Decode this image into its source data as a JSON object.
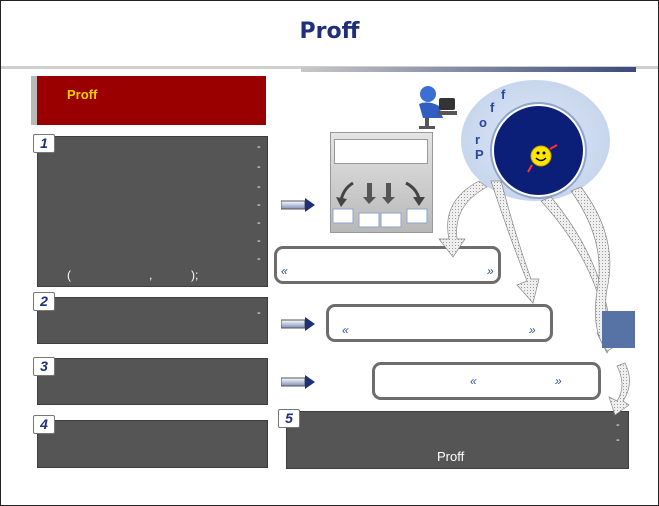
{
  "title": "Proff",
  "header_label": "Proff",
  "steps": [
    {
      "num": "1",
      "dashes": [
        "-",
        "-",
        "-",
        "-",
        "-",
        "-",
        "-"
      ],
      "paren_line": [
        "(",
        ",",
        ");"
      ]
    },
    {
      "num": "2",
      "dashes": [
        "-"
      ]
    },
    {
      "num": "3"
    },
    {
      "num": "4"
    },
    {
      "num": "5",
      "dashes": [
        "-",
        "-"
      ],
      "label": "Proff"
    }
  ],
  "quotes": {
    "box_a": [
      "«",
      "»"
    ],
    "box_b": [
      "«",
      "»"
    ],
    "box_c": [
      "«",
      "»"
    ]
  },
  "logo_letters": [
    "f",
    "f",
    "o",
    "r",
    "P"
  ],
  "icons": [
    "person-at-computer-icon",
    "smiley-face-icon",
    "form-window-icon",
    "arrow-icon"
  ],
  "colors": {
    "title": "#1f2f7a",
    "header_bg": "#9a0000",
    "header_text": "#ffd000",
    "step_box": "#555555",
    "accent": "#5773a6"
  }
}
